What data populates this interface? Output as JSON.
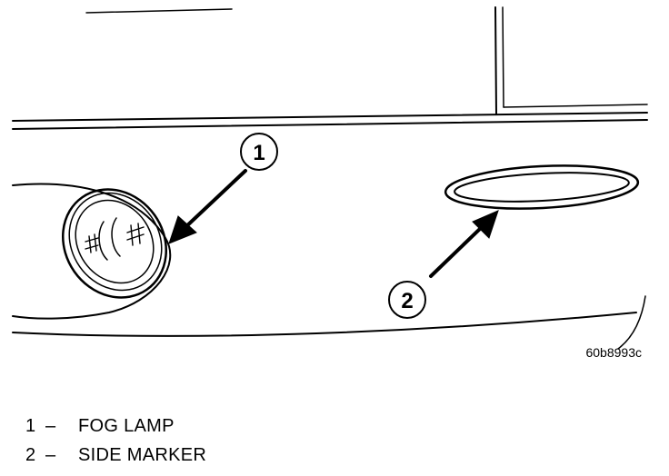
{
  "callouts": [
    {
      "number": "1",
      "label": "FOG LAMP"
    },
    {
      "number": "2",
      "label": "SIDE MARKER"
    }
  ],
  "figure_code": "60b8993c",
  "legend_separator": "–",
  "colors": {
    "ink": "#000000",
    "paper": "#ffffff"
  }
}
